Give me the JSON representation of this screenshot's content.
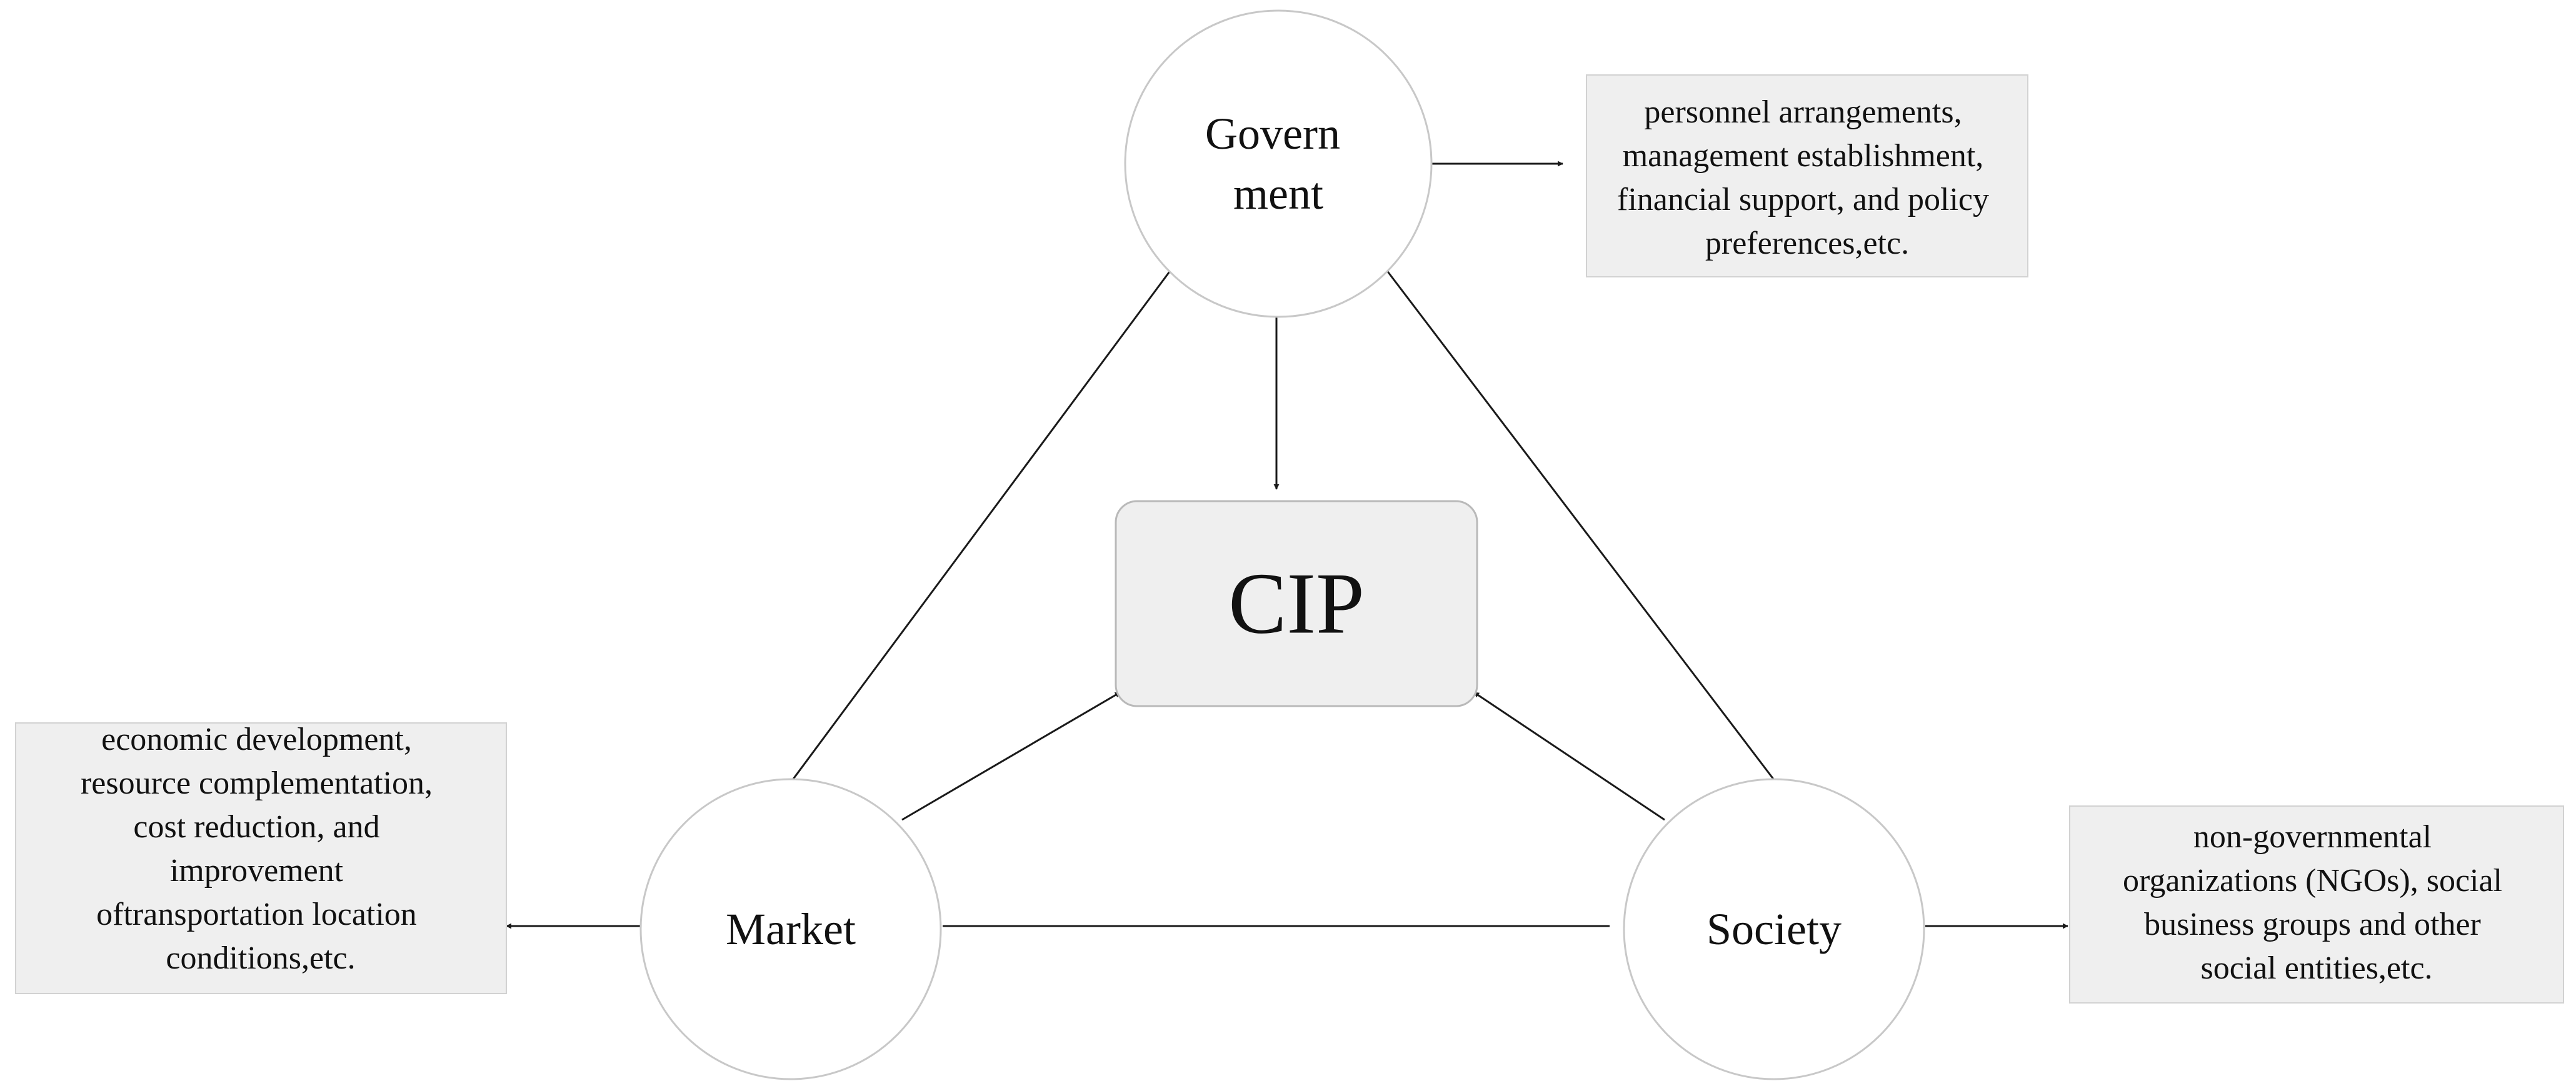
{
  "diagram": {
    "center": {
      "label": "CIP"
    },
    "nodes": {
      "government": {
        "lines": [
          "Govern",
          "ment"
        ]
      },
      "market": {
        "lines": [
          "Market"
        ]
      },
      "society": {
        "lines": [
          "Society"
        ]
      }
    },
    "boxes": {
      "government": {
        "lines": [
          "personnel arrangements,",
          "management establishment,",
          "financial support, and policy",
          "preferences,etc."
        ]
      },
      "market": {
        "lines": [
          "economic development,",
          "resource complementation,",
          "cost reduction, and",
          "improvement",
          "oftransportation location",
          "conditions,etc."
        ]
      },
      "society": {
        "lines": [
          "non-governmental",
          "organizations (NGOs), social",
          "business groups and other",
          "social entities,etc."
        ]
      }
    },
    "colors": {
      "box_fill": "#efefef",
      "circle_stroke": "#c8c8c8",
      "line": "#1a1a1a"
    }
  }
}
